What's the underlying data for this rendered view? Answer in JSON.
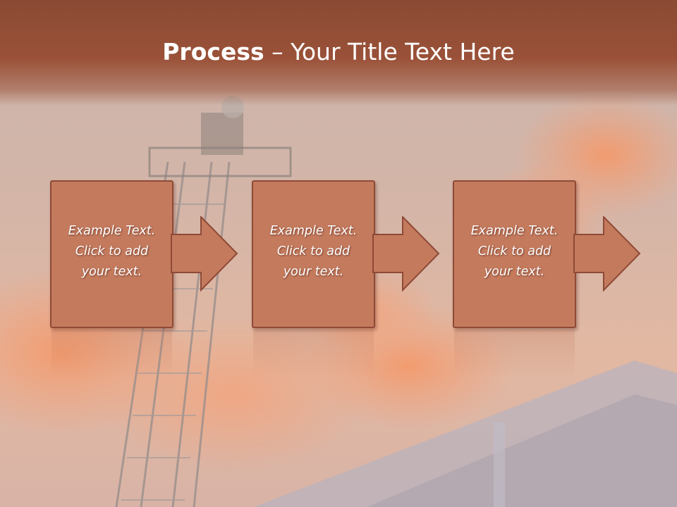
{
  "title": {
    "bold": "Process",
    "rest": " – Your Title Text Here"
  },
  "steps": [
    {
      "line1": "Example Text.",
      "line2": "Click  to add",
      "line3": "your text."
    },
    {
      "line1": "Example Text.",
      "line2": "Click  to add",
      "line3": "your text."
    },
    {
      "line1": "Example Text.",
      "line2": "Click  to add",
      "line3": "your text."
    }
  ],
  "colors": {
    "title_bar": "#9a5138",
    "box_fill": "#c47a5d",
    "box_border": "#8e4a36",
    "text": "#ffffff"
  }
}
